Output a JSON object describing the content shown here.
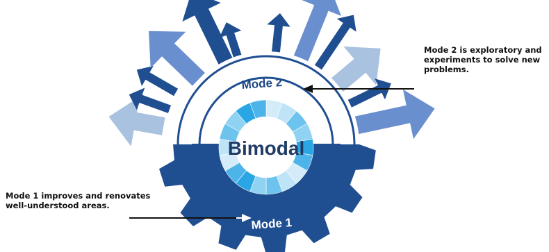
{
  "diagram": {
    "center_label": "Bimodal",
    "mode2_label": "Mode 2",
    "mode1_label": "Mode 1",
    "mode2_note": {
      "line1": "Mode 2 is exploratory and",
      "line2": "experiments to solve new",
      "line3": "problems."
    },
    "mode1_note": {
      "line1": "Mode 1 improves and renovates",
      "line2": "well-understood areas."
    },
    "colors": {
      "dark_navy": "#1f4e91",
      "mid_blue": "#6a8fcf",
      "pale_blue": "#a9c2e0",
      "ring_light": "#d4ecf9",
      "ring_mid": "#6cc3ee",
      "ring_deep": "#2aa6e4",
      "text_navy": "#1c4785",
      "arrow_black": "#111111"
    }
  }
}
